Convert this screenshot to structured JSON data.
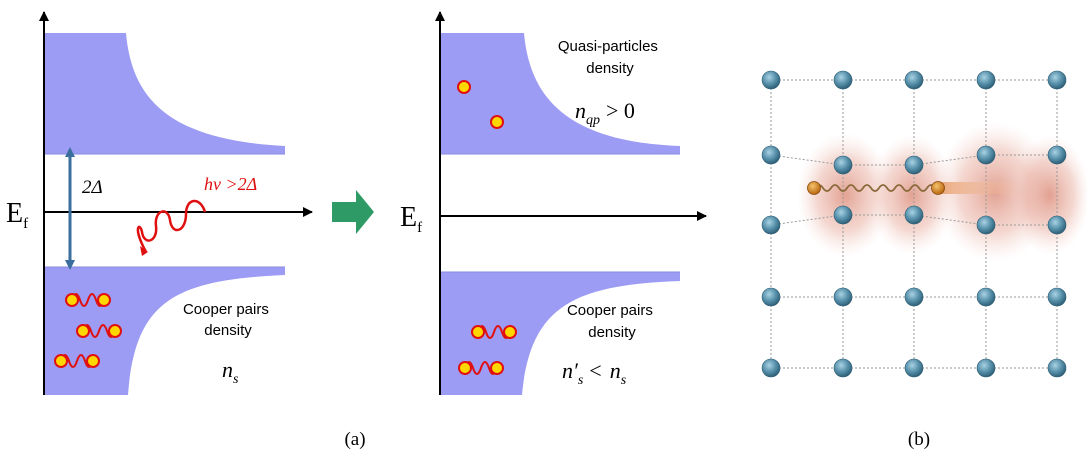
{
  "panel_a_left": {
    "gap_label": "2Δ",
    "photon_label": "hν >2Δ",
    "fermi_label": "E",
    "fermi_sub": "f",
    "cooper_line1": "Cooper pairs",
    "cooper_line2": "density",
    "density_symbol": "n",
    "density_sub": "s"
  },
  "panel_a_right": {
    "qp_line1": "Quasi-particles",
    "qp_line2": "density",
    "qp_symbol": "n",
    "qp_sub": "qp",
    "qp_relation": "> 0",
    "fermi_label": "E",
    "fermi_sub": "f",
    "cooper_line1": "Cooper pairs",
    "cooper_line2": "density",
    "density_symbol": "n′",
    "density_sub": "s",
    "density_relation": "<",
    "density_rhs": "n",
    "density_rhs_sub": "s"
  },
  "captions": {
    "a": "(a)",
    "b": "(b)"
  },
  "colors": {
    "band_fill": "#9c9cf4",
    "photon": "#e01010",
    "gap_arrow": "#3a6e9c",
    "transition_arrow": "#2e9a66",
    "particle_fill": "#ffd700",
    "particle_stroke": "#e01010",
    "lattice_atom": "#5a93ad"
  }
}
